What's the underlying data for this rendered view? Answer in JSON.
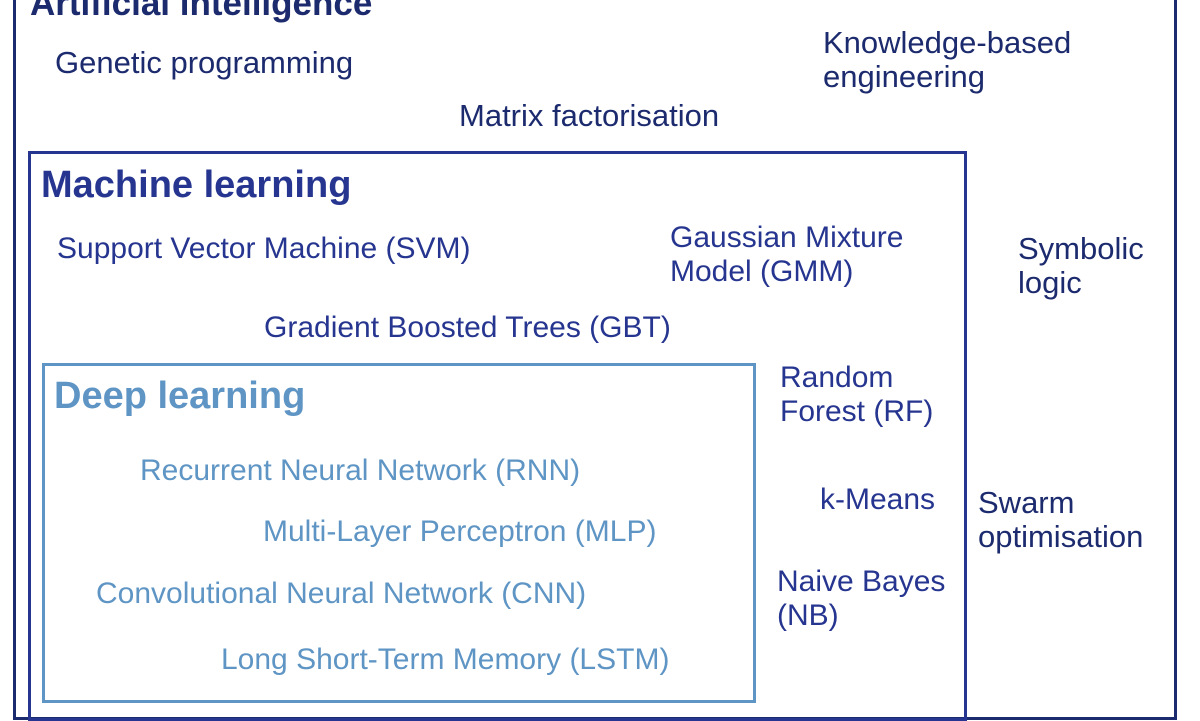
{
  "colors": {
    "ai": "#1c2a6e",
    "ml": "#26358f",
    "dl": "#5e95c4"
  },
  "artificial_intelligence": {
    "title": "Artificial intelligence",
    "items": [
      "Genetic programming",
      "Knowledge-based engineering",
      "Matrix factorisation",
      "Symbolic logic",
      "Swarm optimisation"
    ]
  },
  "machine_learning": {
    "title": "Machine learning",
    "items": [
      "Support Vector Machine (SVM)",
      "Gaussian Mixture Model (GMM)",
      "Gradient Boosted Trees (GBT)",
      "Random Forest (RF)",
      "k-Means",
      "Naive Bayes (NB)"
    ]
  },
  "deep_learning": {
    "title": "Deep learning",
    "items": [
      "Recurrent Neural Network (RNN)",
      "Multi-Layer Perceptron (MLP)",
      "Convolutional Neural Network (CNN)",
      "Long Short-Term Memory (LSTM)"
    ]
  }
}
